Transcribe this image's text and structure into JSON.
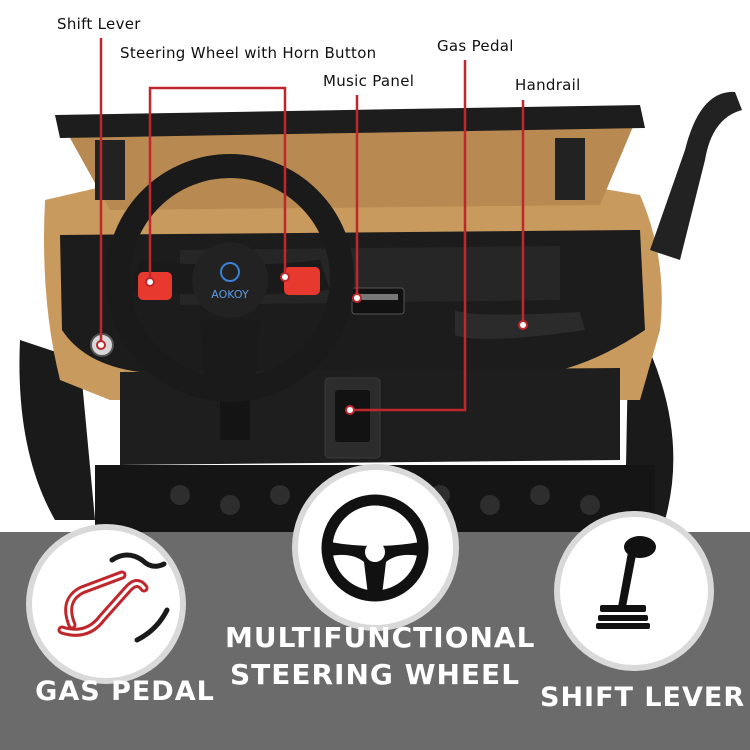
{
  "callouts": {
    "shift_lever": "Shift Lever",
    "steering_wheel": "Steering Wheel with Horn Button",
    "gas_pedal": "Gas Pedal",
    "music_panel": "Music Panel",
    "handrail": "Handrail"
  },
  "wheel_logo": "AOKOY",
  "features": {
    "gas_pedal": "GAS PEDAL",
    "steering_line1": "MULTIFUNCTIONAL",
    "steering_line2": "STEERING WHEEL",
    "shift_lever": "SHIFT LEVER"
  },
  "colors": {
    "body_tan": "#c99a5e",
    "dash_black": "#1c1c1c",
    "callout_red": "#c0272d",
    "band_gray": "#6b6b6b"
  }
}
